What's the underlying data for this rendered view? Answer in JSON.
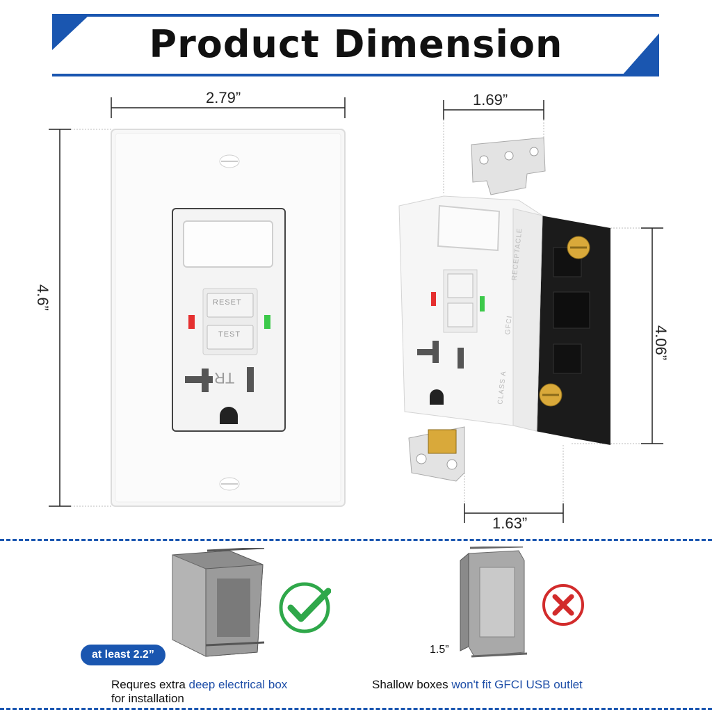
{
  "header": {
    "title": "Product Dimension"
  },
  "colors": {
    "accent": "#1a56b0",
    "check": "#2fa84a",
    "cross": "#d22b2b"
  },
  "dimensions": {
    "plate_width": "2.79”",
    "plate_height": "4.6”",
    "outlet_width": "1.69”",
    "outlet_height": "4.06”",
    "outlet_depth": "1.63”"
  },
  "outlet_labels": {
    "reset": "RESET",
    "test": "TEST",
    "tr": "TR",
    "gfci": "GFCI",
    "receptacle": "RECEPTACLE",
    "class_a": "CLASS A"
  },
  "boxes": {
    "good": {
      "badge": "at least 2.2”",
      "caption_pre": "Requres extra",
      "caption_hl": "deep electrical box",
      "caption_line2": "for installation",
      "icon": "check-icon"
    },
    "bad": {
      "depth": "1.5”",
      "caption_pre": "Shallow boxes",
      "caption_hl": "won't fit GFCI USB outlet",
      "icon": "cross-icon"
    }
  }
}
